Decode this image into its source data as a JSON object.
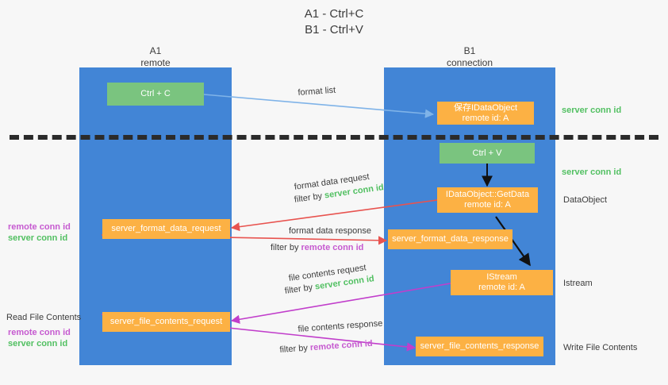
{
  "title": {
    "line1": "A1 - Ctrl+C",
    "line2": "B1 - Ctrl+V"
  },
  "columns": [
    {
      "name": "A1",
      "sub": "remote"
    },
    {
      "name": "B1",
      "sub": "connection"
    }
  ],
  "boxes": {
    "ctrl_c": {
      "line1": "Ctrl + C",
      "line2": "",
      "color": "#7ac47f"
    },
    "ctrl_v": {
      "line1": "Ctrl + V",
      "line2": "",
      "color": "#7ac47f"
    },
    "save_idataobject": {
      "line1": "保存IDataObject",
      "line2": "remote id: A",
      "color": "#fcb144"
    },
    "getdata": {
      "line1": "IDataObject::GetData",
      "line2": "remote id: A",
      "color": "#fcb144"
    },
    "istream": {
      "line1": "IStream",
      "line2": "remote id: A",
      "color": "#fcb144"
    },
    "fmt_req": {
      "line1": "server_format_data_request",
      "line2": "",
      "color": "#fcb144"
    },
    "fmt_resp": {
      "line1": "server_format_data_response",
      "line2": "",
      "color": "#fcb144"
    },
    "file_req": {
      "line1": "server_file_contents_request",
      "line2": "",
      "color": "#fcb144"
    },
    "file_resp": {
      "line1": "server_file_contents_response",
      "line2": "",
      "color": "#fcb144"
    }
  },
  "right_labels": {
    "server_conn_id_1": "server conn id",
    "server_conn_id_2": "server conn id",
    "dataobject": "DataObject",
    "istream": "Istream",
    "write_file_contents": "Write File Contents"
  },
  "left_labels": {
    "remote_conn_id_1": "remote conn id",
    "server_conn_id_1": "server conn id",
    "read_file_contents": "Read File Contents",
    "remote_conn_id_2": "remote conn id",
    "server_conn_id_2": "server conn id"
  },
  "edges": {
    "format_list": "format list",
    "format_data_request": "format data request",
    "format_data_request_filter_pre": "filter by ",
    "format_data_request_filter_key": "server conn id",
    "format_data_response": "format data response",
    "format_data_response_filter_pre": "filter by ",
    "format_data_response_filter_key": "remote conn id",
    "file_contents_request": "file contents request",
    "file_contents_request_filter_pre": "filter by ",
    "file_contents_request_filter_key": "server conn id",
    "file_contents_response": "file contents response",
    "file_contents_response_filter_pre": "filter by ",
    "file_contents_response_filter_key": "remote conn id"
  },
  "colors": {
    "lane": "#4285d6",
    "green_box": "#7ac47f",
    "orange_box": "#fcb144",
    "arrow_blue": "#7fb3e8",
    "arrow_red": "#e8534f",
    "arrow_magenta": "#c13ecb",
    "arrow_black": "#111111",
    "green_text": "#52c062",
    "purple_text": "#c65ad0",
    "divider": "#2b2b2b",
    "background": "#f7f7f7"
  }
}
